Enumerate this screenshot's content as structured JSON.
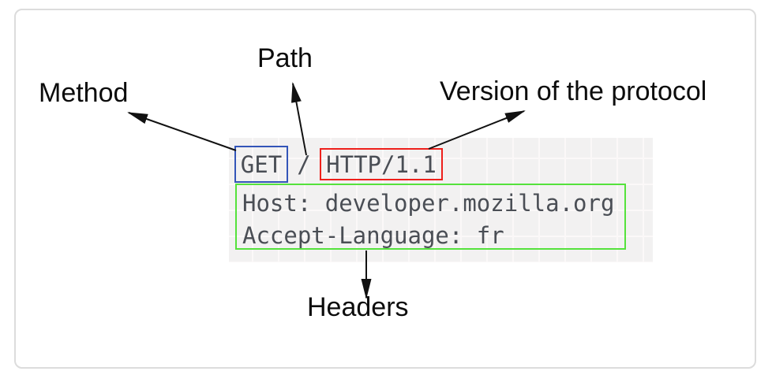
{
  "labels": {
    "method": "Method",
    "path": "Path",
    "version": "Version of the protocol",
    "headers": "Headers"
  },
  "request": {
    "method": "GET",
    "path": "/",
    "version": "HTTP/1.1",
    "headers": [
      "Host: developer.mozilla.org",
      "Accept-Language: fr"
    ]
  },
  "colors": {
    "method_box": "#3355b8",
    "version_box": "#ee201b",
    "headers_box": "#55e23c",
    "code_text": "#4a4e55",
    "code_bg": "#f2f1f1",
    "arrow": "#111111",
    "card_border": "#dcdcdc"
  }
}
